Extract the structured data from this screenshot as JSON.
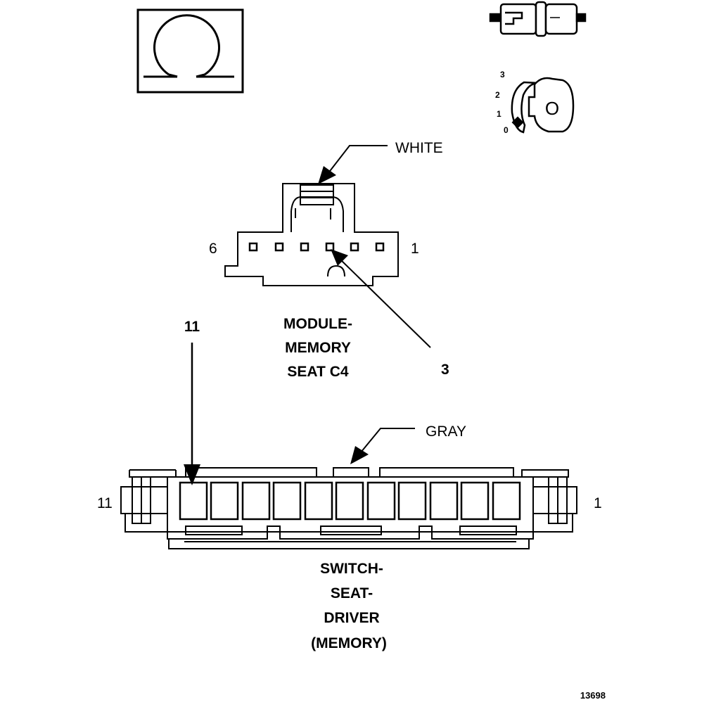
{
  "icons": {
    "top_left": "ohmmeter-symbol-icon",
    "top_right_connector": "connector-icon",
    "top_right_key": "ignition-key-icon"
  },
  "ignition_key": {
    "positions": [
      "3",
      "2",
      "1",
      "0"
    ],
    "key_mark": "O"
  },
  "module_connector": {
    "color_label": "WHITE",
    "pin_left": "6",
    "pin_right": "1",
    "callout_pin": "3",
    "name_lines": [
      "MODULE-",
      "MEMORY",
      "SEAT C4"
    ]
  },
  "switch_connector": {
    "color_label": "GRAY",
    "pin_left": "11",
    "pin_right": "1",
    "callout_pin": "11",
    "name_lines": [
      "SWITCH-",
      "SEAT-",
      "DRIVER",
      "(MEMORY)"
    ]
  },
  "figure_number": "13698"
}
